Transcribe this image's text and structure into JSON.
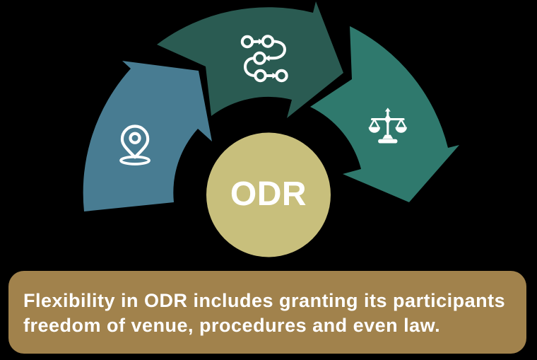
{
  "background_color": "#000000",
  "diagram": {
    "center_label": "ODR",
    "center_color": "#C8BF7C",
    "label_color": "#FFFFFF",
    "icon_color": "#FFFFFF",
    "steps": [
      {
        "id": "venue",
        "icon": "location-pin-icon",
        "color": "#487C92"
      },
      {
        "id": "procedures",
        "icon": "workflow-steps-icon",
        "color": "#2A5B52"
      },
      {
        "id": "law",
        "icon": "scales-of-justice-icon",
        "color": "#2F796D"
      }
    ]
  },
  "caption": {
    "background_color": "#A1824C",
    "text_color": "#FFFFFF",
    "line1": "Flexibility in ODR includes granting its participants",
    "line2": "freedom of venue, procedures and even law."
  }
}
